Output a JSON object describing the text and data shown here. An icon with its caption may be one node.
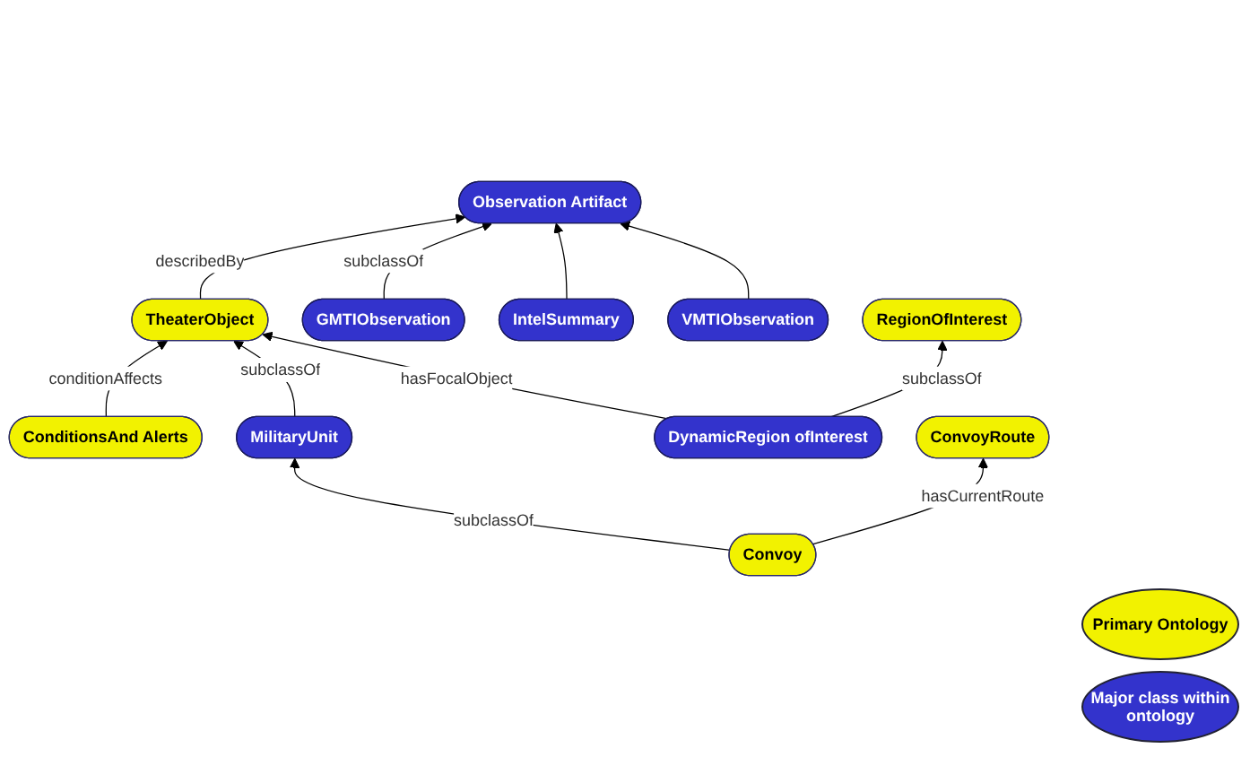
{
  "diagram": {
    "nodes": [
      {
        "text": [
          "TheaterObject"
        ]
      },
      {
        "text": [
          "ConditionsAnd Alerts"
        ]
      },
      {
        "text": [
          "Observation Artifact"
        ]
      },
      {
        "text": [
          "GMTIObservation"
        ]
      },
      {
        "text": [
          "IntelSummary"
        ]
      },
      {
        "text": [
          "VMTIObservation"
        ]
      },
      {
        "text": [
          "MilitaryUnit"
        ]
      },
      {
        "text": [
          "DynamicRegion ofInterest"
        ]
      },
      {
        "text": [
          "RegionOfInterest"
        ]
      },
      {
        "text": [
          "Convoy"
        ]
      },
      {
        "text": [
          "ConvoyRoute"
        ]
      }
    ],
    "edges": [
      {
        "from": 0,
        "to": 2,
        "label": "describedBy",
        "arrow": "to"
      },
      {
        "from": 1,
        "to": 0,
        "label": "conditionAffects",
        "arrow": "to"
      },
      {
        "from": 3,
        "to": 2,
        "label": "subclassOf",
        "arrow": "to"
      },
      {
        "from": 4,
        "to": 2,
        "arrow": "to"
      },
      {
        "from": 5,
        "to": 2,
        "arrow": "to"
      },
      {
        "from": 6,
        "to": 0,
        "label": "subclassOf",
        "arrow": "to"
      },
      {
        "from": 7,
        "to": 0,
        "label": "hasFocalObject",
        "arrow": "to"
      },
      {
        "from": 7,
        "to": 8,
        "label": "subclassOf",
        "arrow": "to"
      },
      {
        "from": 9,
        "to": 6,
        "label": "subclassOf",
        "arrow": "to"
      },
      {
        "from": 9,
        "to": 10,
        "label": "hasCurrentRoute",
        "arrow": "to"
      }
    ],
    "legend": [
      {
        "text": "Primary Ontology",
        "color": "#f2f200"
      },
      {
        "text": "Major class within ontology",
        "color": "#3333cc"
      }
    ]
  }
}
